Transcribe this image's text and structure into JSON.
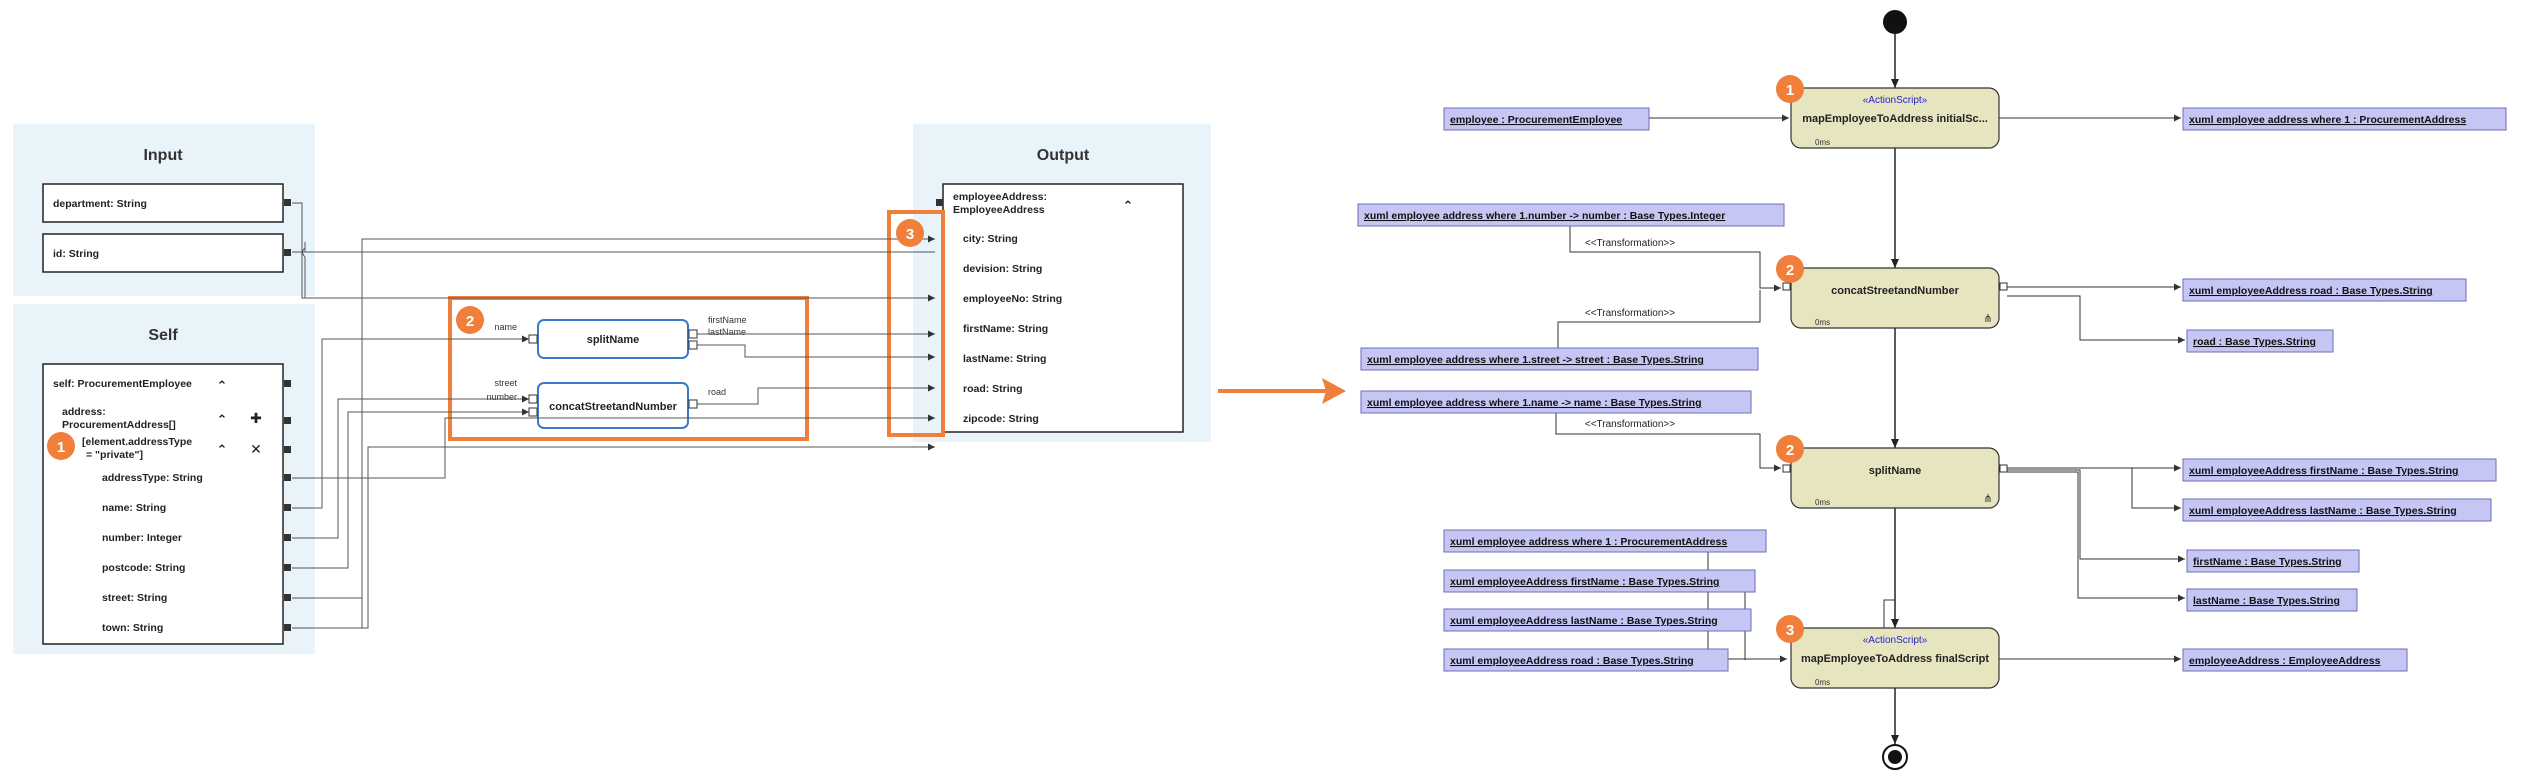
{
  "mapping": {
    "input_title": "Input",
    "self_title": "Self",
    "output_title": "Output",
    "input_fields": [
      "department: String",
      "id: String"
    ],
    "self_root": "self: ProcurementEmployee",
    "address_line1": "address:",
    "address_line2": "ProcurementAddress[]",
    "filter_line1": "[element.addressType",
    "filter_line2": "= \"private\"]",
    "self_fields": [
      "addressType: String",
      "name: String",
      "number: Integer",
      "postcode: String",
      "street: String",
      "town: String"
    ],
    "functions": {
      "split": {
        "label": "splitName",
        "in_ports": [
          "name"
        ],
        "out_ports": [
          "firstName",
          "lastName"
        ]
      },
      "concat": {
        "label": "concatStreetandNumber",
        "in_ports": [
          "street",
          "number"
        ],
        "out_ports": [
          "road"
        ]
      }
    },
    "output_root_line1": "employeeAddress:",
    "output_root_line2": "EmployeeAddress",
    "output_fields": [
      "city: String",
      "devision: String",
      "employeeNo: String",
      "firstName: String",
      "lastName: String",
      "road: String",
      "zipcode: String"
    ],
    "badges": [
      "1",
      "2",
      "3"
    ]
  },
  "activity": {
    "nodes": [
      {
        "stereotype": "«ActionScript»",
        "name": "mapEmployeeToAddress initialSc...",
        "time": "0ms",
        "badge": "1"
      },
      {
        "stereotype": "",
        "name": "concatStreetandNumber",
        "time": "0ms",
        "badge": "2"
      },
      {
        "stereotype": "",
        "name": "splitName",
        "time": "0ms",
        "badge": "2"
      },
      {
        "stereotype": "«ActionScript»",
        "name": "mapEmployeeToAddress finalScript",
        "time": "0ms",
        "badge": "3"
      }
    ],
    "objects": {
      "in_employee": "employee : ProcurementEmployee",
      "out_address1": "xuml employee address where 1 : ProcurementAddress",
      "number": "xuml employee address where 1.number -> number : Base Types.Integer",
      "street": "xuml employee address where 1.street -> street : Base Types.String",
      "name": "xuml employee address where 1.name -> name : Base Types.String",
      "out_road_attr": "xuml employeeAddress road : Base Types.String",
      "road": "road : Base Types.String",
      "out_first_attr": "xuml employeeAddress firstName : Base Types.String",
      "out_last_attr": "xuml employeeAddress lastName : Base Types.String",
      "first": "firstName : Base Types.String",
      "last": "lastName : Base Types.String",
      "fin_address1": "xuml employee address where 1 : ProcurementAddress",
      "fin_first": "xuml employeeAddress firstName : Base Types.String",
      "fin_last": "xuml employeeAddress lastName : Base Types.String",
      "fin_road": "xuml employeeAddress road : Base Types.String",
      "result": "employeeAddress : EmployeeAddress"
    },
    "transformation_label": "<<Transformation>>"
  },
  "colors": {
    "panel": "#e8f3fa",
    "orange": "#f07f3c",
    "function_border": "#3b78c8",
    "action_fill": "#e6e5c0",
    "object_fill": "#c6c6f4",
    "object_border": "#6d6db8",
    "stereotype": "#2424c8"
  }
}
